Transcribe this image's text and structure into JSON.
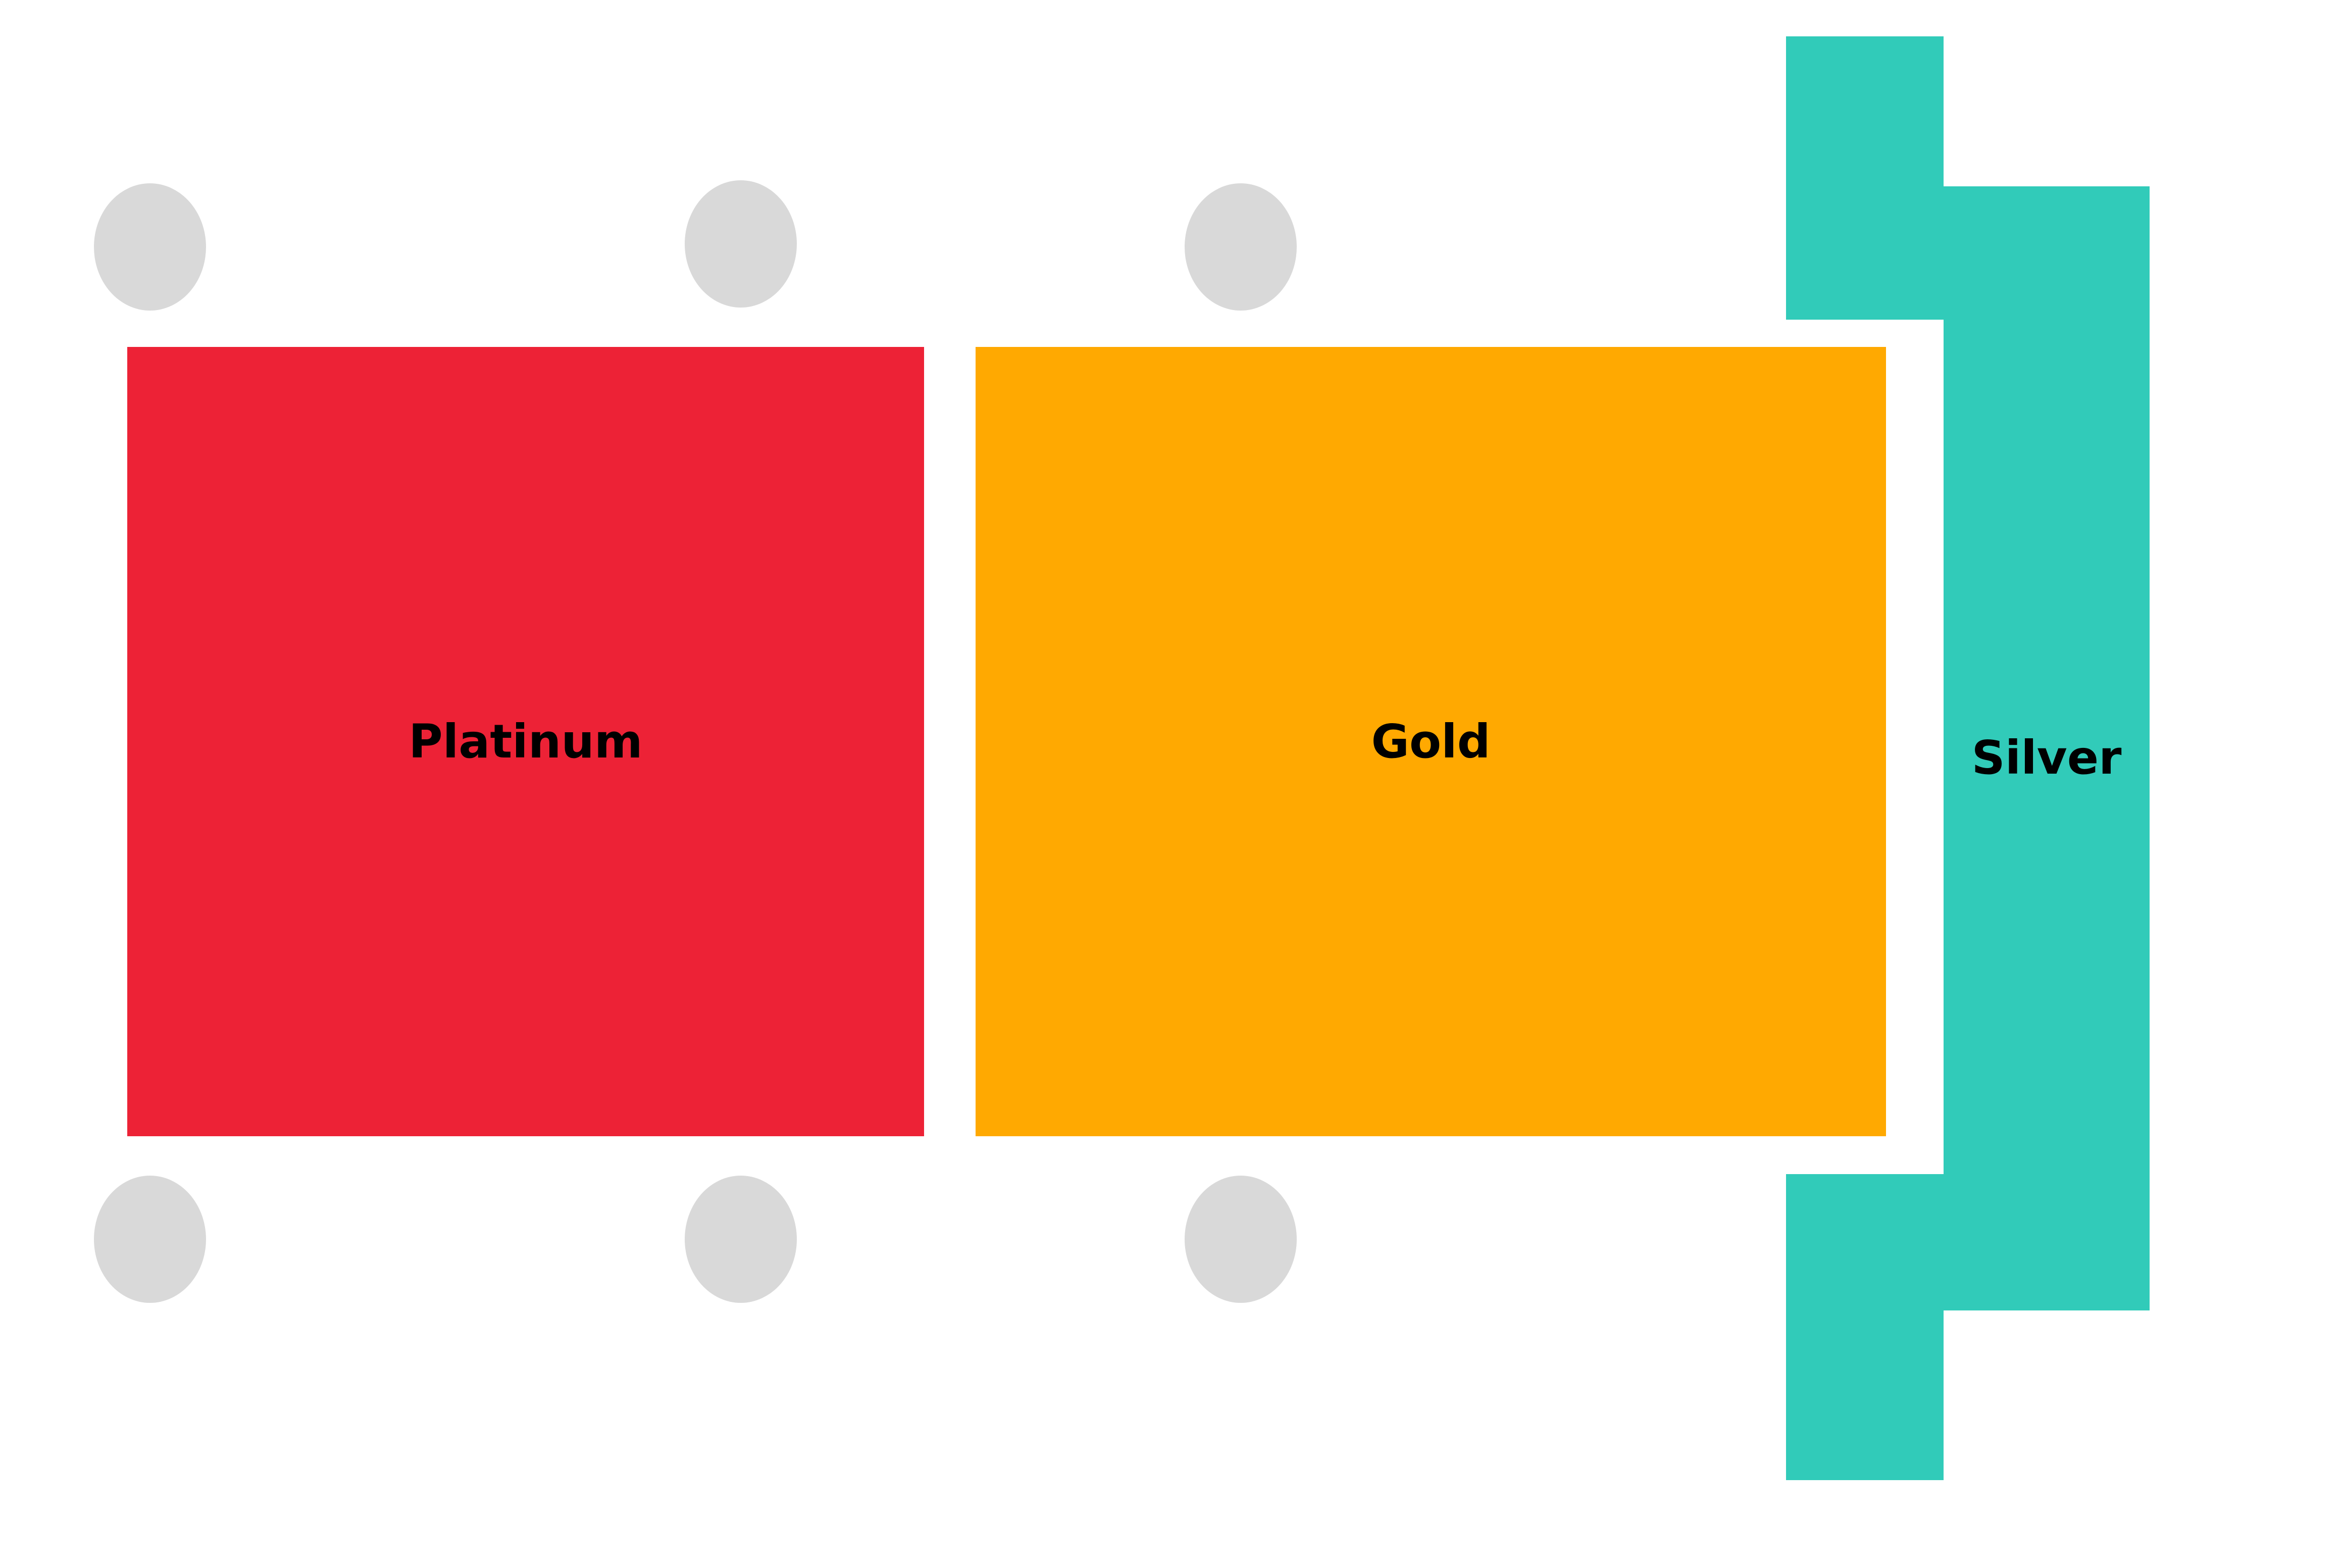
{
  "zones": [
    {
      "label": "Platinum",
      "color": "#ed2236"
    },
    {
      "label": "Gold",
      "color": "#ffa901"
    },
    {
      "label": "Silver",
      "color": "#31cbb9"
    }
  ],
  "seat_color": "#d9d9d9"
}
